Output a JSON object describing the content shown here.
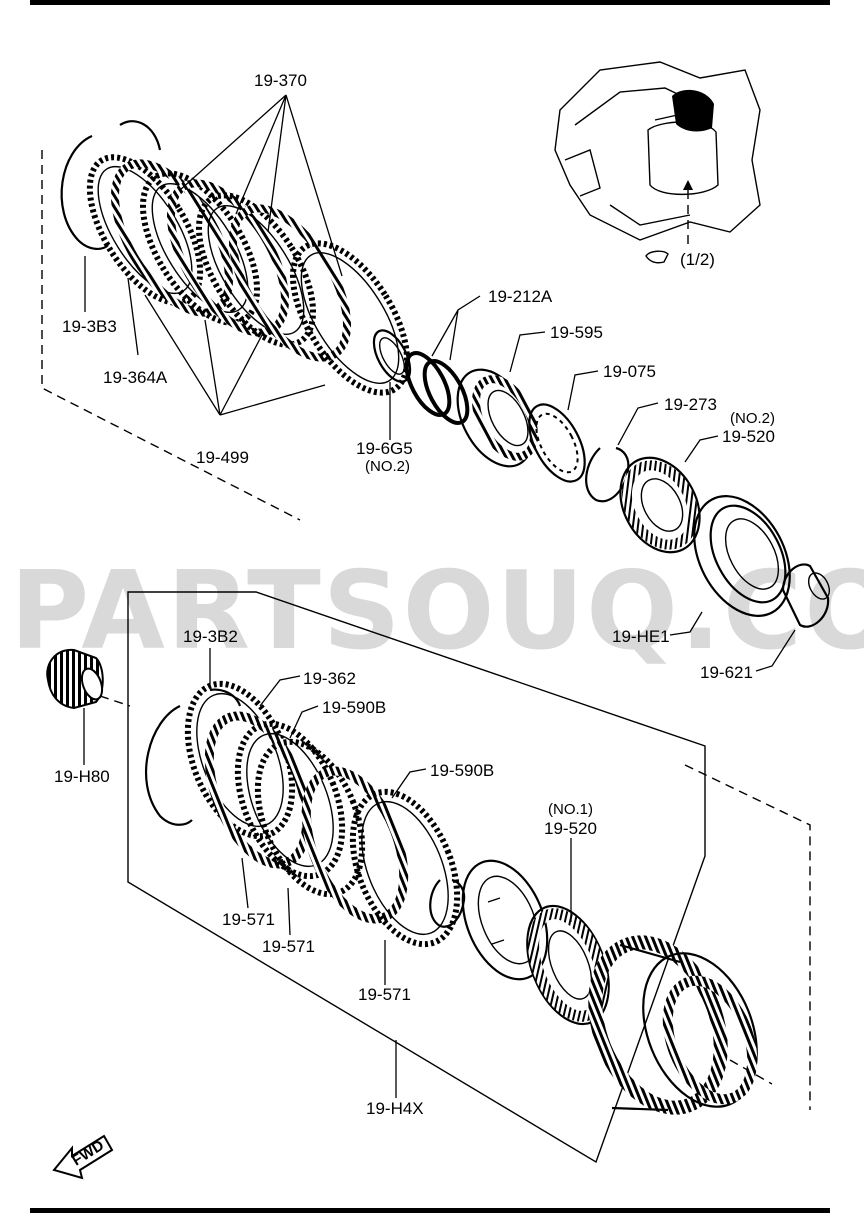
{
  "labels": {
    "p19_370": "19-370",
    "p19_3B3": "19-3B3",
    "p19_364A": "19-364A",
    "p19_499": "19-499",
    "p19_6G5": "19-6G5",
    "p19_6G5_note": "(NO.2)",
    "p19_212A": "19-212A",
    "p19_595": "19-595",
    "p19_075": "19-075",
    "p19_273": "19-273",
    "p19_520_top_note": "(NO.2)",
    "p19_520_top": "19-520",
    "p19_HE1": "19-HE1",
    "p19_621": "19-621",
    "p19_3B2": "19-3B2",
    "p19_362": "19-362",
    "p19_590B_a": "19-590B",
    "p19_590B_b": "19-590B",
    "p19_H80": "19-H80",
    "p19_520_bot_note": "(NO.1)",
    "p19_520_bot": "19-520",
    "p19_571_a": "19-571",
    "p19_571_b": "19-571",
    "p19_571_c": "19-571",
    "p19_H4X": "19-H4X"
  },
  "locator": {
    "ref": "(1/2)"
  },
  "fwd": "FWD",
  "watermark": "PARTSOUQ.COM"
}
